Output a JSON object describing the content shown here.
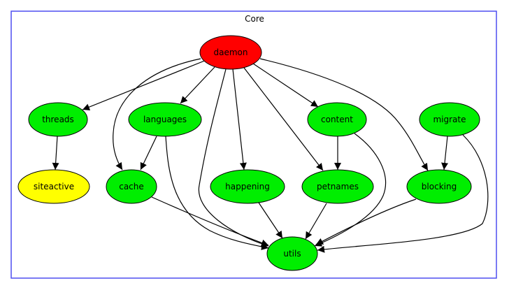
{
  "cluster": {
    "label": "Core",
    "border_color": "#4f4ff0"
  },
  "colors": {
    "root": "#ff0000",
    "normal": "#00ee00",
    "leaf": "#ffff00"
  },
  "nodes": [
    {
      "id": "daemon",
      "label": "daemon",
      "kind": "root"
    },
    {
      "id": "threads",
      "label": "threads",
      "kind": "normal"
    },
    {
      "id": "languages",
      "label": "languages",
      "kind": "normal"
    },
    {
      "id": "content",
      "label": "content",
      "kind": "normal"
    },
    {
      "id": "migrate",
      "label": "migrate",
      "kind": "normal"
    },
    {
      "id": "siteactive",
      "label": "siteactive",
      "kind": "leaf"
    },
    {
      "id": "cache",
      "label": "cache",
      "kind": "normal"
    },
    {
      "id": "happening",
      "label": "happening",
      "kind": "normal"
    },
    {
      "id": "petnames",
      "label": "petnames",
      "kind": "normal"
    },
    {
      "id": "blocking",
      "label": "blocking",
      "kind": "normal"
    },
    {
      "id": "utils",
      "label": "utils",
      "kind": "normal"
    }
  ],
  "edges": [
    {
      "from": "daemon",
      "to": "threads"
    },
    {
      "from": "daemon",
      "to": "languages"
    },
    {
      "from": "daemon",
      "to": "cache"
    },
    {
      "from": "daemon",
      "to": "utils"
    },
    {
      "from": "daemon",
      "to": "happening"
    },
    {
      "from": "daemon",
      "to": "petnames"
    },
    {
      "from": "daemon",
      "to": "content"
    },
    {
      "from": "daemon",
      "to": "blocking"
    },
    {
      "from": "threads",
      "to": "siteactive"
    },
    {
      "from": "languages",
      "to": "cache"
    },
    {
      "from": "languages",
      "to": "utils"
    },
    {
      "from": "content",
      "to": "petnames"
    },
    {
      "from": "content",
      "to": "utils"
    },
    {
      "from": "migrate",
      "to": "blocking"
    },
    {
      "from": "migrate",
      "to": "utils"
    },
    {
      "from": "cache",
      "to": "utils"
    },
    {
      "from": "happening",
      "to": "utils"
    },
    {
      "from": "petnames",
      "to": "utils"
    },
    {
      "from": "blocking",
      "to": "utils"
    }
  ]
}
